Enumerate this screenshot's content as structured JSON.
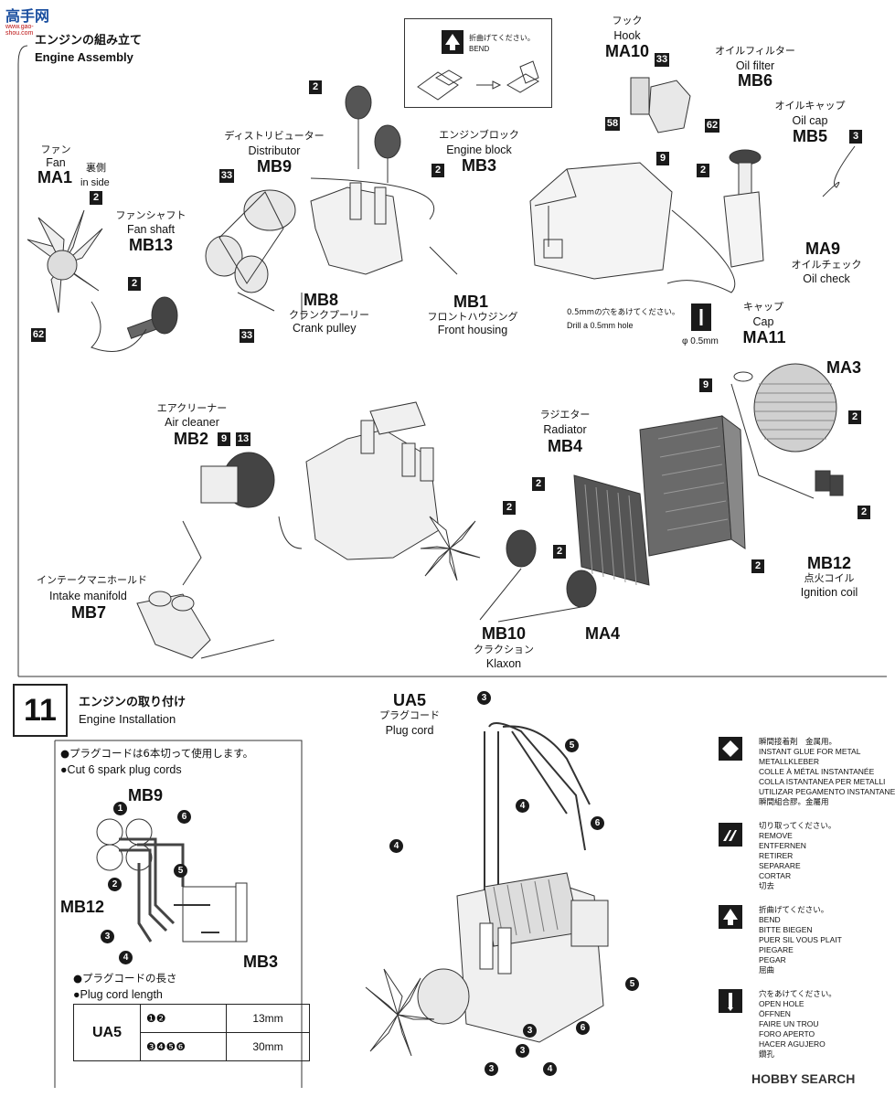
{
  "watermark_top": "高手网",
  "watermark_top_url": "www.gao-shou.com",
  "watermark_bottom": "HOBBY SEARCH",
  "section10": {
    "title_jp": "エンジンの組み立て",
    "title_en": "Engine Assembly"
  },
  "bend_box": {
    "jp": "折曲げてください。",
    "en": "BEND"
  },
  "parts": {
    "fan": {
      "jp": "ファン",
      "en": "Fan",
      "code": "MA1",
      "note_jp": "裏側",
      "note_en": "in side"
    },
    "fan_shaft": {
      "jp": "ファンシャフト",
      "en": "Fan shaft",
      "code": "MB13"
    },
    "distributor": {
      "jp": "ディストリビューター",
      "en": "Distributor",
      "code": "MB9"
    },
    "crank_pulley": {
      "code": "MB8",
      "jp": "クランクプーリー",
      "en": "Crank pulley"
    },
    "front_housing": {
      "code": "MB1",
      "jp": "フロントハウジング",
      "en": "Front housing"
    },
    "engine_block": {
      "jp": "エンジンブロック",
      "en": "Engine block",
      "code": "MB3"
    },
    "hook": {
      "jp": "フック",
      "en": "Hook",
      "code": "MA10"
    },
    "oil_filter": {
      "jp": "オイルフィルター",
      "en": "Oil filter",
      "code": "MB6"
    },
    "oil_cap": {
      "jp": "オイルキャップ",
      "en": "Oil cap",
      "code": "MB5"
    },
    "oil_check": {
      "code": "MA9",
      "jp": "オイルチェック",
      "en": "Oil check"
    },
    "drill_note": {
      "jp": "0.5mmの穴をあけてください。",
      "en": "Drill a 0.5mm hole",
      "size": "φ 0.5mm"
    },
    "cap": {
      "jp": "キャップ",
      "en": "Cap",
      "code": "MA11"
    },
    "ma3": {
      "code": "MA3"
    },
    "air_cleaner": {
      "jp": "エアクリーナー",
      "en": "Air cleaner",
      "code": "MB2"
    },
    "radiator": {
      "jp": "ラジエター",
      "en": "Radiator",
      "code": "MB4"
    },
    "ignition_coil": {
      "code": "MB12",
      "jp": "点火コイル",
      "en": "Ignition coil"
    },
    "intake_manifold": {
      "jp": "インテークマニホールド",
      "en": "Intake manifold",
      "code": "MB7"
    },
    "klaxon": {
      "code": "MB10",
      "jp": "クラクション",
      "en": "Klaxon"
    },
    "ma4": {
      "code": "MA4"
    }
  },
  "badges": {
    "b2": "2",
    "b3": "3",
    "b9": "9",
    "b13": "13",
    "b33": "33",
    "b58": "58",
    "b62": "62"
  },
  "section11": {
    "number": "11",
    "title_jp": "エンジンの取り付け",
    "title_en": "Engine Installation",
    "note1_jp": "●プラグコードは6本切って使用します。",
    "note1_en": "●Cut 6 spark plug cords",
    "note2_jp": "●プラグコードの長さ",
    "note2_en": "●Plug cord length",
    "mb9": "MB9",
    "mb12": "MB12",
    "mb3": "MB3",
    "ua5": "UA5",
    "plug_jp": "プラグコード",
    "plug_en": "Plug cord",
    "table": {
      "label": "UA5",
      "rows": [
        {
          "parts": "❶❷",
          "length": "13mm"
        },
        {
          "parts": "❸❹❺❻",
          "length": "30mm"
        }
      ]
    }
  },
  "cord_numbers": [
    "1",
    "2",
    "3",
    "4",
    "5",
    "6"
  ],
  "legend": [
    {
      "icon": "instant-glue-icon",
      "text": "瞬間接着剤　金属用。\nINSTANT GLUE FOR METAL\nMETALLKLEBER\nCOLLE À MÉTAL INSTANTANÉE\nCOLLA ISTANTANEA PER METALLI\nUTILIZAR PEGAMENTO INSTANTANEO\n瞬間組合膠。金屬用"
    },
    {
      "icon": "remove-icon",
      "text": "切り取ってください。\nREMOVE\nENTFERNEN\nRETIRER\nSEPARARE\nCORTAR\n切去"
    },
    {
      "icon": "bend-icon",
      "text": "折曲げてください。\nBEND\nBITTE BIEGEN\nPUER SIL VOUS PLAIT\nPIEGARE\nPEGAR\n屈曲"
    },
    {
      "icon": "open-hole-icon",
      "text": "穴をあけてください。\nOPEN HOLE\nÖFFNEN\nFAIRE UN TROU\nFORO APERTO\nHACER AGUJERO\n鑽孔"
    }
  ]
}
